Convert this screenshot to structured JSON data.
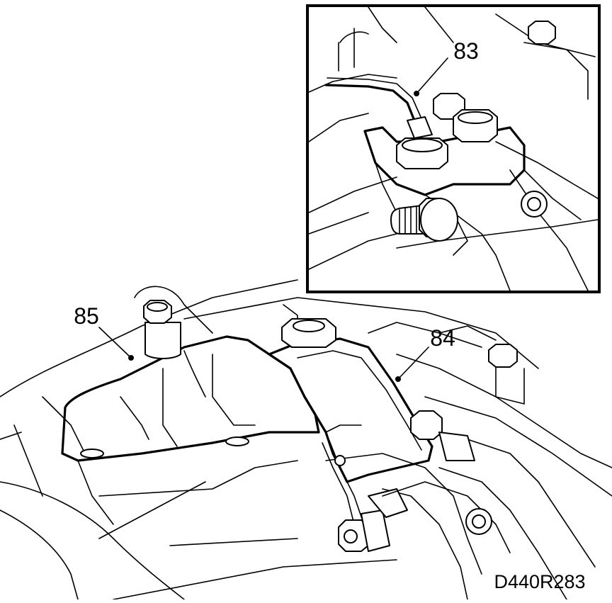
{
  "callouts": {
    "label_83": "83",
    "label_84": "84",
    "label_85": "85"
  },
  "figure_code": "D440R283",
  "colors": {
    "line": "#000000",
    "paper": "#ffffff"
  }
}
